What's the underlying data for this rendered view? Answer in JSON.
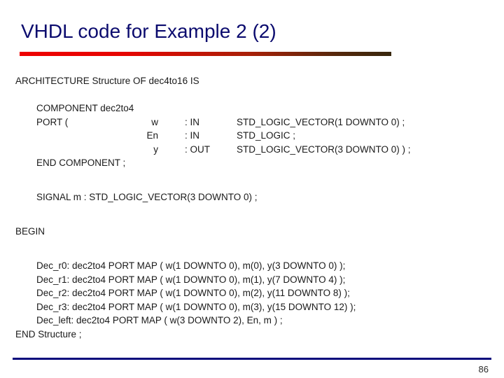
{
  "slide": {
    "title": "VHDL code for Example 2 (2)",
    "page_number": "86",
    "colors": {
      "title": "#0b0b6e",
      "rule_start": "#ee0000",
      "rule_end": "#37270d",
      "bottom_rule": "#06067c",
      "body_text": "#1a1a1a",
      "background": "#ffffff"
    }
  },
  "code": {
    "architecture_line": "ARCHITECTURE Structure OF dec4to16 IS",
    "component_line": "COMPONENT dec2to4",
    "port_rows": [
      {
        "label": "PORT (",
        "name": "w",
        "dir": ": IN",
        "type": "STD_LOGIC_VECTOR(1 DOWNTO 0) ;"
      },
      {
        "label": "",
        "name": "En",
        "dir": ": IN",
        "type": "STD_LOGIC ;"
      },
      {
        "label": "",
        "name": "y",
        "dir": ": OUT",
        "type": "STD_LOGIC_VECTOR(3 DOWNTO 0) ) ;"
      }
    ],
    "end_component_line": "END COMPONENT ;",
    "signal_line": "SIGNAL m : STD_LOGIC_VECTOR(3 DOWNTO 0) ;",
    "begin_line": "BEGIN",
    "port_maps": [
      "Dec_r0: dec2to4 PORT MAP ( w(1 DOWNTO 0), m(0),  y(3 DOWNTO 0)  );",
      "Dec_r1: dec2to4 PORT MAP ( w(1 DOWNTO 0), m(1),  y(7 DOWNTO 4)  );",
      "Dec_r2: dec2to4 PORT MAP ( w(1 DOWNTO 0), m(2),  y(11 DOWNTO 8)  );",
      "Dec_r3: dec2to4 PORT MAP ( w(1 DOWNTO 0), m(3),  y(15 DOWNTO 12)  );",
      "Dec_left: dec2to4 PORT MAP ( w(3 DOWNTO 2), En, m ) ;"
    ],
    "end_structure_line": "END Structure ;"
  }
}
